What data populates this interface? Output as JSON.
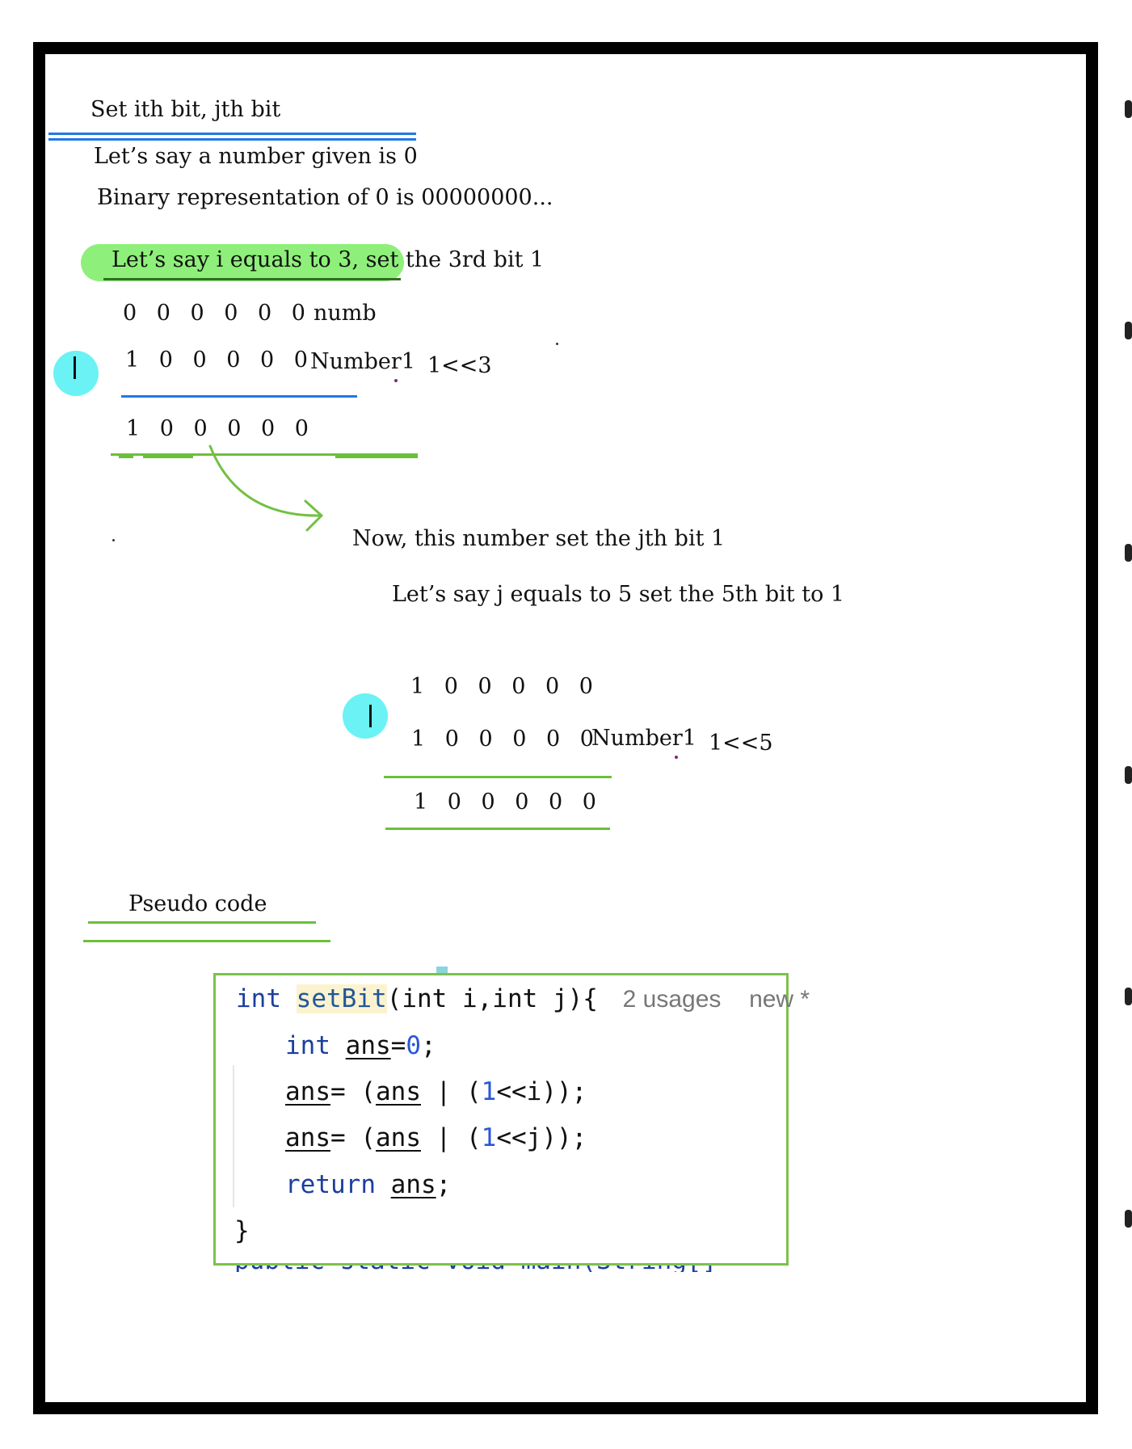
{
  "heading": "Set ith bit, jth bit",
  "intro_line1": "Let’s say a number given is 0",
  "intro_line2": "Binary representation of 0 is 00000000...",
  "highlight_line": "Let’s say i equals to 3, set the 3rd bit 1",
  "step1": {
    "row1_digits": "0 0 0 0 0 0",
    "row1_label": "numb",
    "row2_digits": "1 0 0 0 0 0",
    "row2_label": "Number1",
    "row2_expr": "1<<3",
    "result_digits": "1 0 0 0 0 0"
  },
  "transition_line": "Now, this number set the jth bit 1",
  "j_line": "Let’s say j equals to 5 set the 5th bit to 1",
  "step2": {
    "row1_digits": "1 0 0 0 0 0",
    "row2_digits": "1 0 0 0 0 0",
    "row2_label": "Number1",
    "row2_expr": "1<<5",
    "result_digits": "1 0 0 0 0 0"
  },
  "pseudo_heading": "Pseudo code",
  "code": {
    "kw_int": "int",
    "fn_name": "setBit",
    "params": "(int i,int j){",
    "hint_usages": "2 usages",
    "hint_new": "new *",
    "line2_pre": "int",
    "line2_var": "ans",
    "line2_rest": "=",
    "line2_num": "0",
    "line2_end": ";",
    "line3_var": "ans",
    "line3_mid": "= (",
    "line3_var2": "ans",
    "line3_op": " | (",
    "line3_num": "1",
    "line3_end": "<<i));",
    "line4_var": "ans",
    "line4_mid": "= (",
    "line4_var2": "ans",
    "line4_op": " | (",
    "line4_num": "1",
    "line4_end": "<<j));",
    "line5_kw": "return",
    "line5_var": "ans",
    "line5_end": ";",
    "line6": "}",
    "cutoff": "public static void main(String[] args) {"
  }
}
